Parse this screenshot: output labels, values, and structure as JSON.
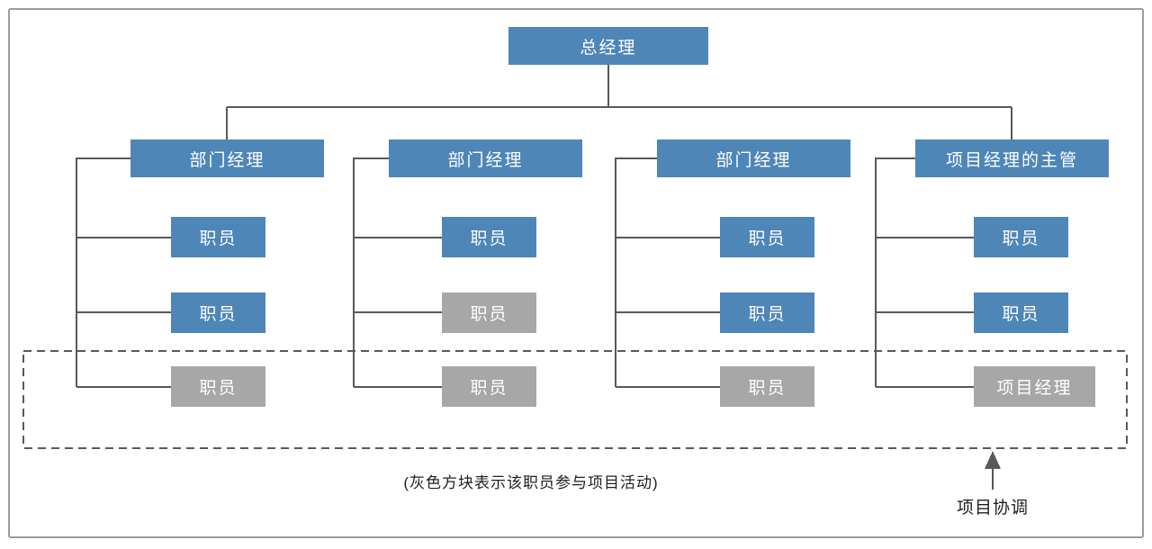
{
  "diagram": {
    "root": {
      "label": "总经理",
      "type": "blue"
    },
    "columns": [
      {
        "manager": {
          "label": "部门经理",
          "type": "blue"
        },
        "children": [
          {
            "label": "职员",
            "type": "blue"
          },
          {
            "label": "职员",
            "type": "blue"
          },
          {
            "label": "职员",
            "type": "gray"
          }
        ]
      },
      {
        "manager": {
          "label": "部门经理",
          "type": "blue"
        },
        "children": [
          {
            "label": "职员",
            "type": "blue"
          },
          {
            "label": "职员",
            "type": "gray"
          },
          {
            "label": "职员",
            "type": "gray"
          }
        ]
      },
      {
        "manager": {
          "label": "部门经理",
          "type": "blue"
        },
        "children": [
          {
            "label": "职员",
            "type": "blue"
          },
          {
            "label": "职员",
            "type": "blue"
          },
          {
            "label": "职员",
            "type": "gray"
          }
        ]
      },
      {
        "manager": {
          "label": "项目经理的主管",
          "type": "blue"
        },
        "children": [
          {
            "label": "职员",
            "type": "blue"
          },
          {
            "label": "职员",
            "type": "blue"
          },
          {
            "label": "项目经理",
            "type": "gray"
          }
        ]
      }
    ],
    "caption": "(灰色方块表示该职员参与项目活动)",
    "arrow_label": "项目协调"
  },
  "colors": {
    "box_blue": "#4E86B8",
    "box_gray": "#A7A7A7",
    "box_text": "#FFFFFF",
    "line": "#595959",
    "frame_border": "#9C9C9C",
    "caption_text": "#1F1F1F"
  }
}
